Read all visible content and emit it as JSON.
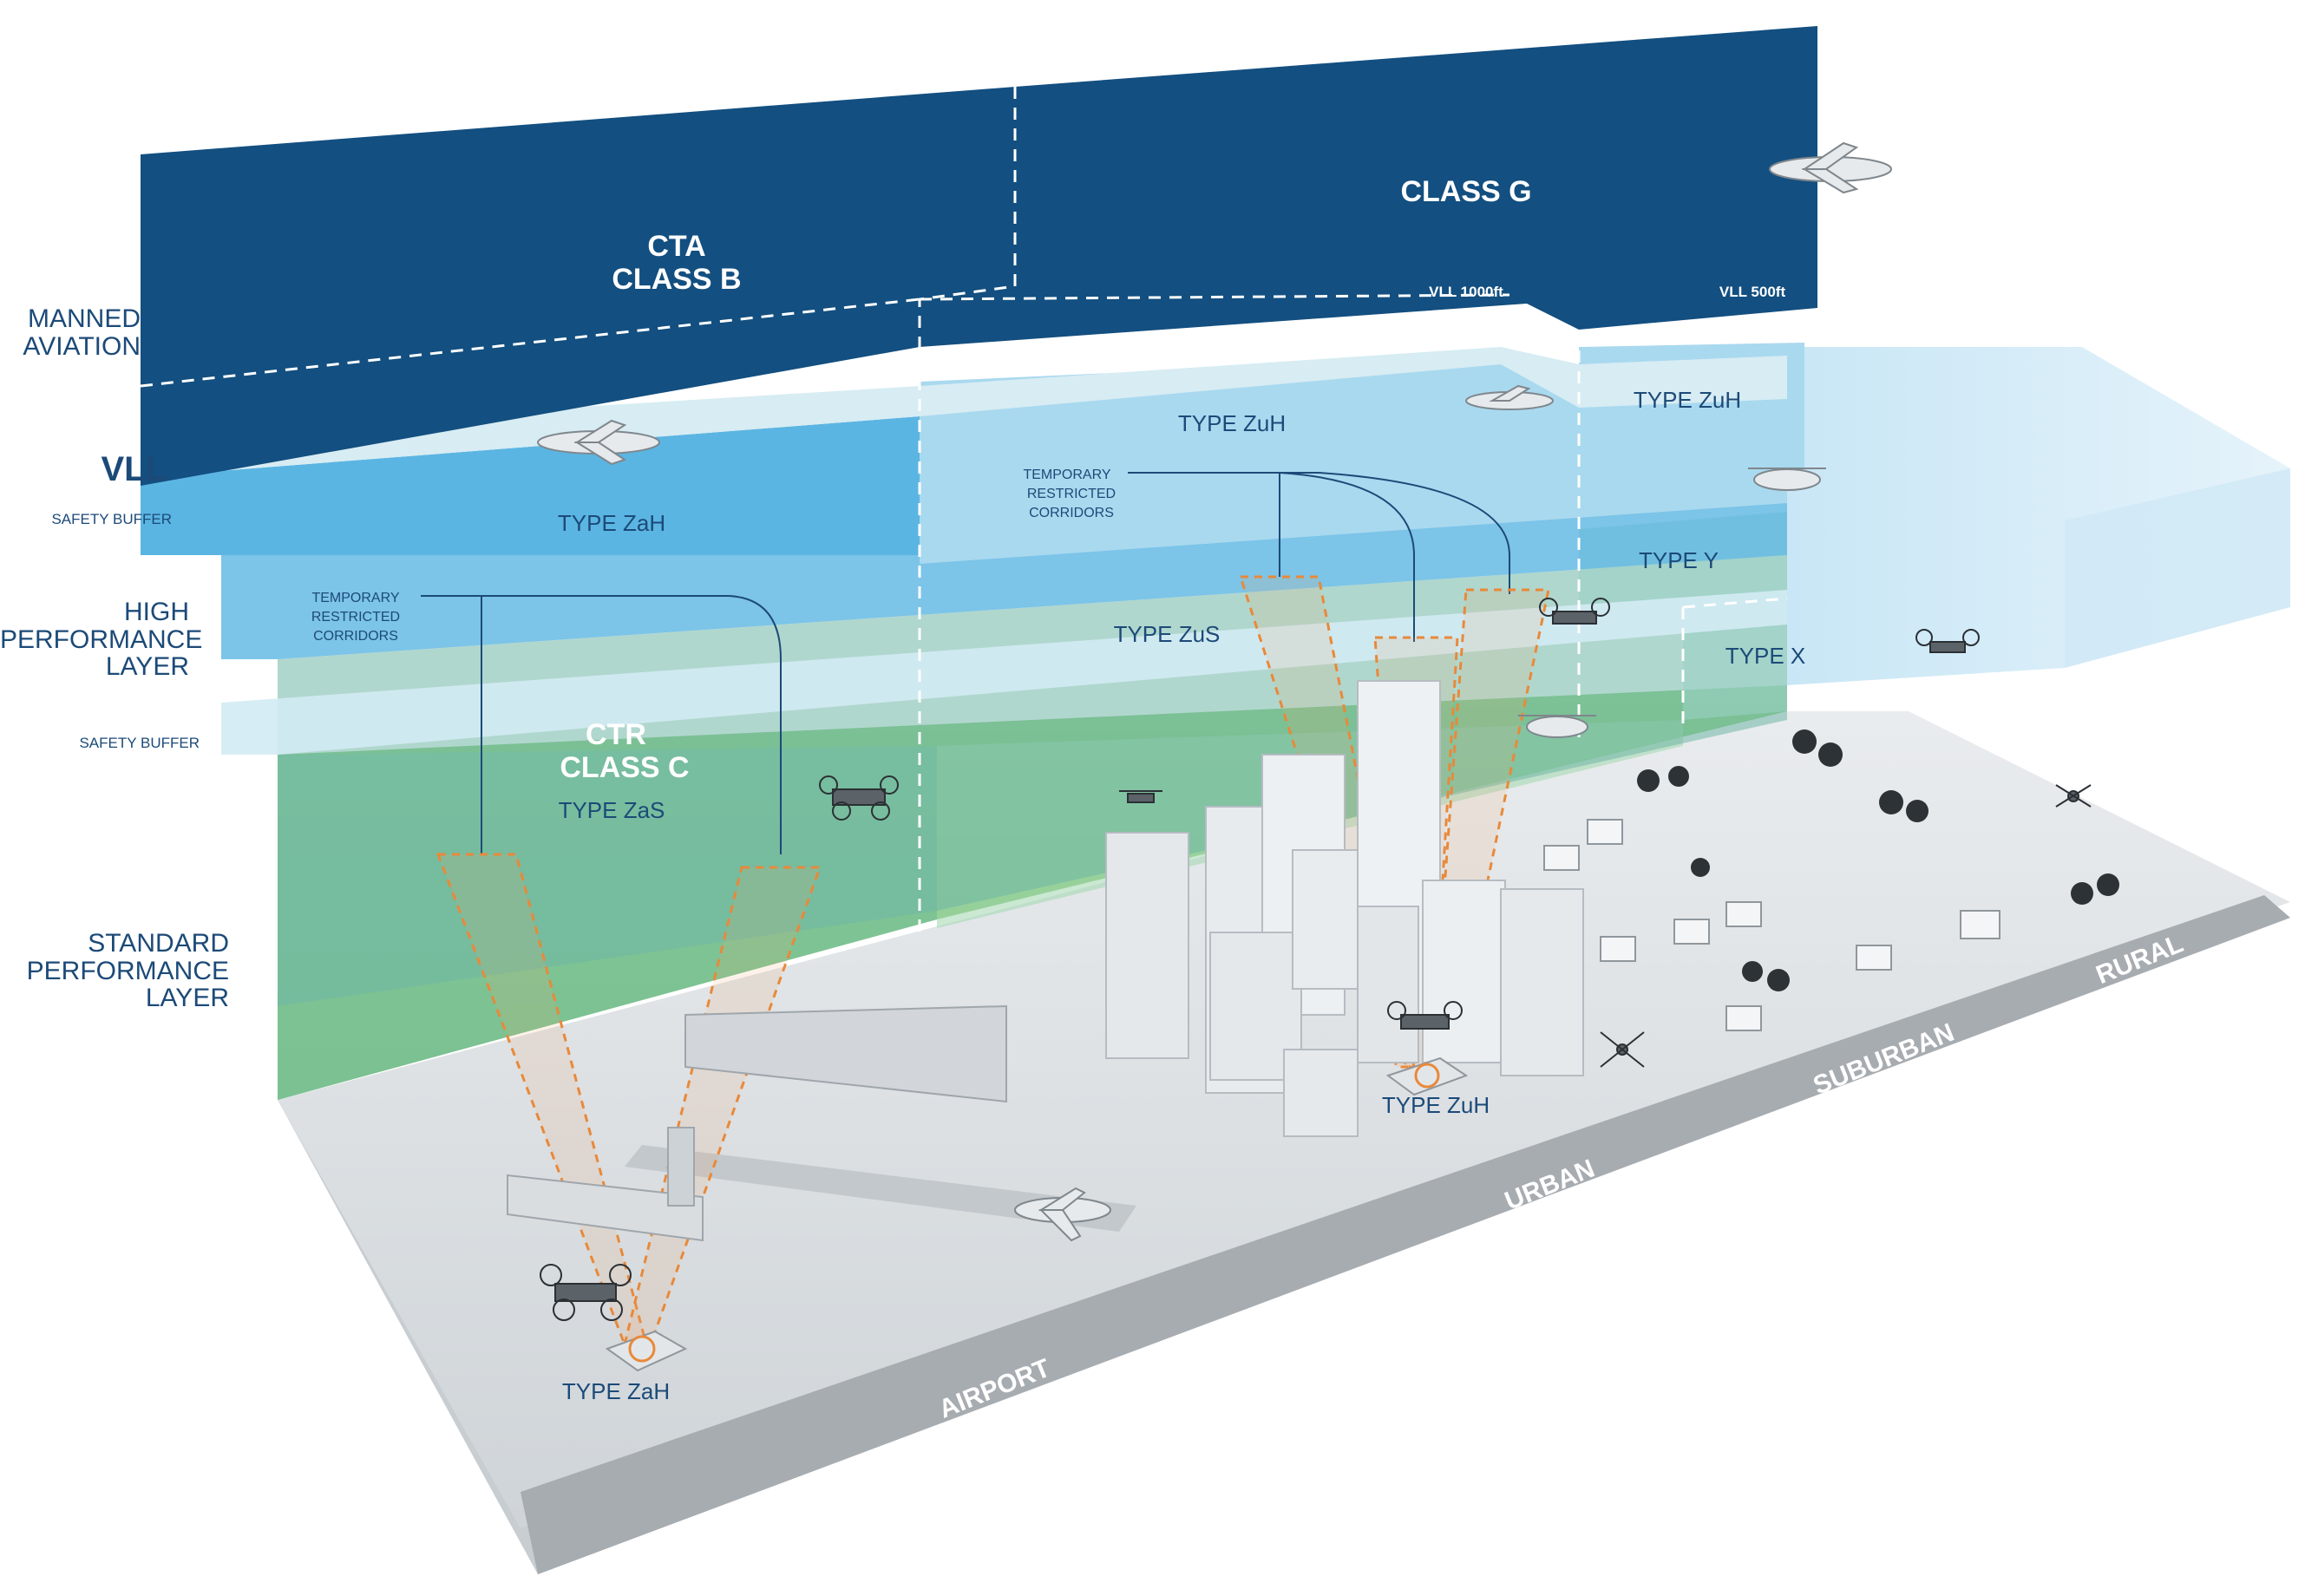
{
  "left_labels": {
    "manned_aviation": [
      "MANNED",
      "AVIATION"
    ],
    "vll": "VLL",
    "safety_buffer_top": "SAFETY BUFFER",
    "high_performance": [
      "HIGH",
      "PERFORMANCE",
      "LAYER"
    ],
    "safety_buffer_bottom": "SAFETY BUFFER",
    "standard_performance": [
      "STANDARD",
      "PERFORMANCE",
      "LAYER"
    ]
  },
  "airspace": {
    "cta": [
      "CTA",
      "CLASS B"
    ],
    "class_g": "CLASS G",
    "vll_1000": "VLL 1000ft",
    "vll_500": "VLL 500ft",
    "ctr": [
      "CTR",
      "CLASS C"
    ],
    "type_zas": "TYPE ZaS",
    "type_zah_band": "TYPE ZaH",
    "type_zuh_mid": "TYPE ZuH",
    "type_zuh_right": "TYPE ZuH",
    "type_zus": "TYPE ZuS",
    "type_y": "TYPE Y",
    "type_x": "TYPE X"
  },
  "corridors": {
    "left": [
      "TEMPORARY",
      "RESTRICTED",
      "CORRIDORS"
    ],
    "right": [
      "TEMPORARY",
      "RESTRICTED",
      "CORRIDORS"
    ]
  },
  "ground_labels": {
    "vertiport_airport": "TYPE ZaH",
    "vertiport_urban": "TYPE ZuH"
  },
  "zones": [
    "AIRPORT",
    "URBAN",
    "SUBURBAN",
    "RURAL"
  ],
  "colors": {
    "manned": "#134f80",
    "vll_band": "#5bb5e2",
    "light_band": "#a9d9ef",
    "buffer": "#d7ecf3",
    "green": "#8cc97c",
    "teal": "#7fc0a5",
    "ground": "#dde1e4",
    "road": "#a3a8ad",
    "label_text": "#1c4a78",
    "corridor": "#e8893a"
  }
}
